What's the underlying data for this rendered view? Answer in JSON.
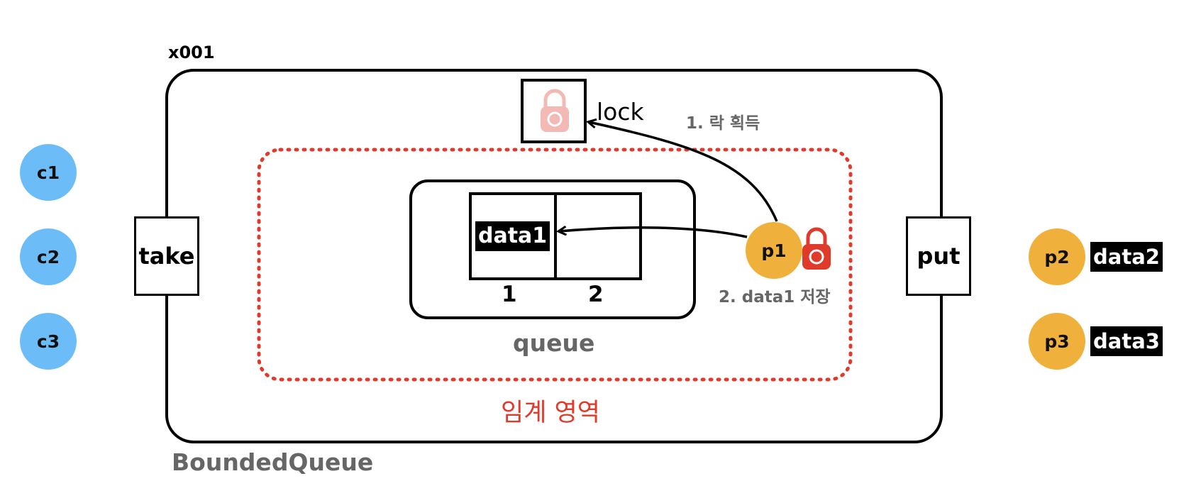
{
  "object_id": "x001",
  "object_name": "BoundedQueue",
  "critical_section_label": "임계 영역",
  "lock": {
    "label": "lock",
    "icon": "padlock-icon-faded"
  },
  "queue": {
    "label": "queue",
    "slots": [
      "1",
      "2"
    ],
    "slot_values": [
      "data1",
      ""
    ]
  },
  "ports": {
    "take": "take",
    "put": "put"
  },
  "consumers": [
    "c1",
    "c2",
    "c3"
  ],
  "producers": [
    {
      "name": "p1",
      "data": ""
    },
    {
      "name": "p2",
      "data": "data2"
    },
    {
      "name": "p3",
      "data": "data3"
    }
  ],
  "steps": {
    "step1": "1. 락 획득",
    "step2": "2. data1 저장"
  },
  "colors": {
    "consumer": "#6cbdf7",
    "producer": "#f0b13c",
    "critical": "#e03a2a",
    "caption_gray": "#666666",
    "lock_faded": "#f3b9b4",
    "lock_held": "#e03a2a"
  }
}
